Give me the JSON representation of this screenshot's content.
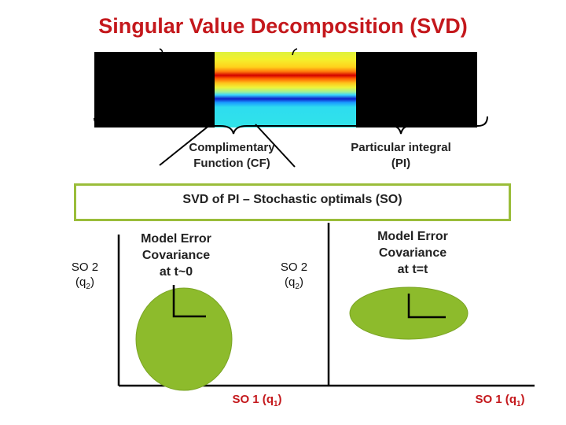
{
  "title": "Singular Value Decomposition (SVD)",
  "labels": {
    "cf": [
      "Complimentary",
      "Function (CF)"
    ],
    "pi": [
      "Particular integral",
      "(PI)"
    ],
    "so_header": "SVD of PI – Stochastic optimals (SO)"
  },
  "left_plot": {
    "ylabel_line1": "SO 2",
    "ylabel_var": "q",
    "ylabel_sub": "2",
    "xlabel_main": "SO 1",
    "xlabel_var": "q",
    "xlabel_sub": "1",
    "cov_lines": [
      "Model Error",
      "Covariance",
      "at t~0"
    ]
  },
  "right_plot": {
    "ylabel_line1": "SO 2",
    "ylabel_var": "q",
    "ylabel_sub": "2",
    "xlabel_main": "SO 1",
    "xlabel_var": "q",
    "xlabel_sub": "1",
    "cov_lines": [
      "Model Error",
      "Covariance",
      "at t=t"
    ]
  },
  "colors": {
    "title": "#c4181c",
    "ellipse_fill": "#8dbb2c",
    "box_border": "#9abd3a",
    "axis_label": "#c4181c"
  }
}
